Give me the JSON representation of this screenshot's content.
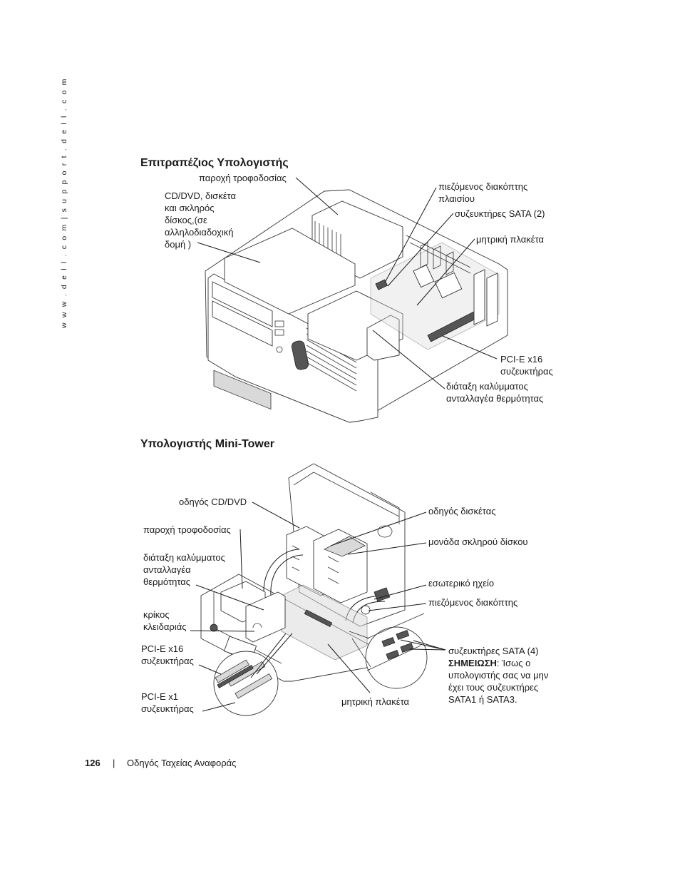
{
  "sidebar": {
    "url": "w w w . d e l l . c o m   |   s u p p o r t . d e l l . c o m"
  },
  "desktop": {
    "heading": "Επιτραπέζιος Υπολογιστής",
    "labels": {
      "power_supply": "παροχή τροφοδοσίας",
      "drives": [
        "CD/DVD, δισκέτα",
        "και σκληρός",
        "δίσκος,(σε",
        "αλληλοδιαδοχική",
        "δομή )"
      ],
      "intrusion_switch": [
        "πιεζόμενος διακόπτης",
        "πλαισίου"
      ],
      "sata": "συζευκτήρες SATA (2)",
      "motherboard": "μητρική πλακέτα",
      "pcie_x16": [
        "PCI-E x16",
        "συζευκτήρας"
      ],
      "heatsink": [
        "διάταξη καλύμματος",
        "ανταλλαγέα θερμότητας"
      ]
    }
  },
  "minitower": {
    "heading": "Υπολογιστής Mini-Tower",
    "labels": {
      "cd_dvd": "οδηγός CD/DVD",
      "power_supply": "παροχή τροφοδοσίας",
      "heatsink": [
        "διάταξη καλύμματος",
        "ανταλλαγέα",
        "θερμότητας"
      ],
      "padlock": [
        "κρίκος",
        "κλειδαριάς"
      ],
      "pcie_x16": [
        "PCI-E x16",
        "συζευκτήρας"
      ],
      "pcie_x1": [
        "PCI-E x1",
        "συζευκτήρας"
      ],
      "floppy": "οδηγός δισκέτας",
      "hdd": "μονάδα σκληρού δίσκου",
      "speaker": "εσωτερικό ηχείο",
      "intrusion_switch": "πιεζόμενος διακόπτης",
      "sata": "συζευκτήρες SATA (4)",
      "note_label": "ΣΗΜΕΙΩΣΗ",
      "note_text": [
        ": Ίσως ο",
        "υπολογιστής σας να μην",
        "έχει τους συζευκτήρες",
        "SATA1 ή SATA3."
      ],
      "motherboard": "μητρική πλακέτα"
    }
  },
  "footer": {
    "page_number": "126",
    "separator": "|",
    "title": "Οδηγός Ταχείας Αναφοράς"
  }
}
